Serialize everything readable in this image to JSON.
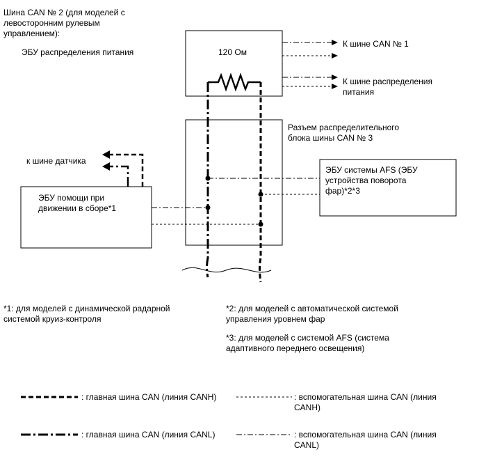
{
  "header": {
    "bus_title": "Шина CAN № 2 (для моделей с\nлевосторонним рулевым\nуправлением):"
  },
  "nodes": {
    "power_ecu_label": "ЭБУ распределения питания",
    "resistor_value": "120 Ом",
    "junction_connector": "Разъем распределительного\nблока шины CAN № 3",
    "assist_ecu": "ЭБУ помощи при\nдвижении в сборе*1",
    "afs_ecu": "ЭБУ системы AFS (ЭБУ\nустройства поворота\nфар)*2*3"
  },
  "arrows": {
    "to_can_bus_1": "К шине CAN № 1",
    "to_power_bus": "К шине распределения\nпитания",
    "to_sensor_bus": "к шине датчика"
  },
  "notes": {
    "note1": "*1: для моделей с динамической радарной\nсистемой круиз-контроля",
    "note2": "*2: для моделей с автоматической системой\nуправления уровнем фар",
    "note3": "*3: для моделей с системой AFS (система\nадаптивного переднего освещения)"
  },
  "legend": {
    "main_canh": ": главная шина CAN (линия CANH)",
    "sub_canh": ": вспомогательная шина CAN (линия\nCANH)",
    "main_canl": ": главная шина CAN (линия CANL)",
    "sub_canl": ": вспомогательная шина CAN (линия\nCANL)"
  }
}
